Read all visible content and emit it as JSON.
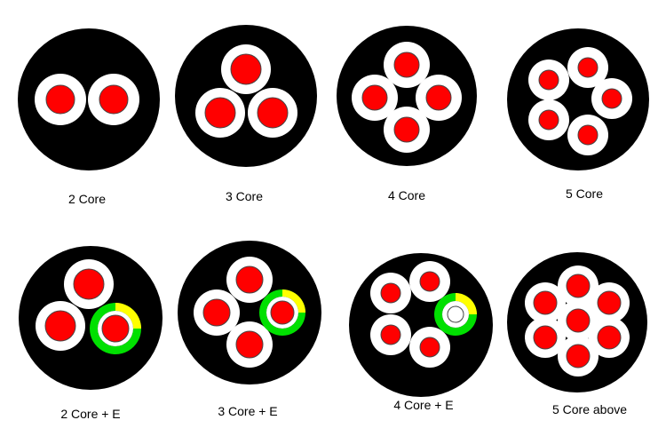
{
  "colors": {
    "sheath": "#000000",
    "insulation": "#ffffff",
    "conductor": "#ff0000",
    "earth_green": "#00e000",
    "earth_yellow": "#ffff00",
    "outline": "#444444"
  },
  "cables": [
    {
      "id": "2-core",
      "label": "2 Core"
    },
    {
      "id": "3-core",
      "label": "3 Core"
    },
    {
      "id": "4-core",
      "label": "4 Core"
    },
    {
      "id": "5-core",
      "label": "5 Core"
    },
    {
      "id": "2-core-e",
      "label": "2 Core + E"
    },
    {
      "id": "3-core-e",
      "label": "3 Core + E"
    },
    {
      "id": "4-core-e",
      "label": "4 Core + E"
    },
    {
      "id": "5-core-above",
      "label": "5 Core above"
    }
  ]
}
